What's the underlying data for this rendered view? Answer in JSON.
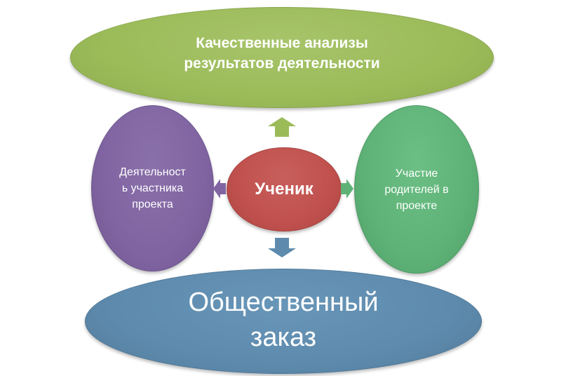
{
  "diagram": {
    "top": {
      "label": "Качественные  анализы\nрезультатов деятельности",
      "color": "#9bbb59"
    },
    "left": {
      "label": "Деятельност\nь участника\nпроекта",
      "color": "#8064a2"
    },
    "center": {
      "label": "Ученик",
      "color": "#c0504d"
    },
    "right": {
      "label": "Участие\nродителей в\nпроекте",
      "color": "#5eb277"
    },
    "bottom": {
      "label": "Общественный\nзаказ",
      "color": "#5e8bad"
    },
    "arrows": [
      {
        "direction": "up",
        "color": "#9bbb59"
      },
      {
        "direction": "left",
        "color": "#8064a2"
      },
      {
        "direction": "right",
        "color": "#5eb277"
      },
      {
        "direction": "down",
        "color": "#5e8bad"
      }
    ]
  }
}
